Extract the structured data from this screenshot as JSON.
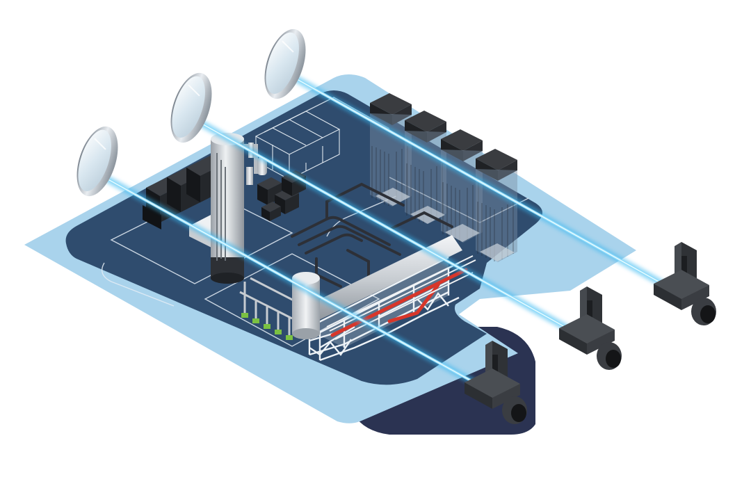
{
  "scene": {
    "description_free": true,
    "colors": {
      "background": "#ffffff",
      "outer_platform": "#a9d3ec",
      "inner_platform": "#2f4c6e",
      "platform_shadow": "#2b3352",
      "platform_lines": "#e6eef6",
      "laser_core": "#e9fbff",
      "laser_glow": "#39b7f0",
      "mirror_rim": "#b9c2cc",
      "mirror_glass": "#e4eff7",
      "emitter": "#3a3d42",
      "cabinet": "#26282c",
      "column": "#c7cbd0",
      "pipe_dark": "#2d3037",
      "red_pipe": "#d8362a",
      "truss": "#ecf1f5",
      "valve_green": "#7bc142"
    },
    "beam_count": 3,
    "mirror_count": 3,
    "emitter_count": 3,
    "cooling_tower_count": 4
  }
}
